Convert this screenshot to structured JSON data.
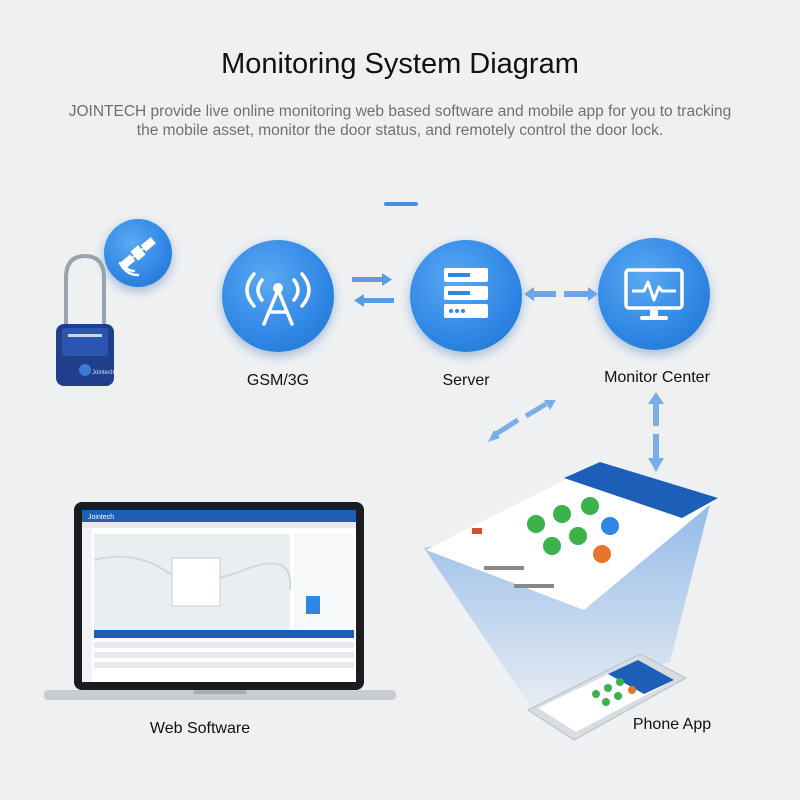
{
  "header": {
    "title": "Monitoring System Diagram",
    "subtitle": "JOINTECH provide live online monitoring web based software and mobile app for you to tracking the mobile asset,  monitor the door status, and remotely control the door lock."
  },
  "nodes": {
    "gsm": {
      "label": "GSM/3G",
      "icon": "cell-tower-icon"
    },
    "server": {
      "label": "Server",
      "icon": "server-icon"
    },
    "monitor": {
      "label": "Monitor Center",
      "icon": "monitor-pulse-icon"
    },
    "web": {
      "label": "Web Software"
    },
    "phone": {
      "label": "Phone App"
    }
  },
  "device": {
    "brand": "Jointech",
    "icon": "satellite-icon"
  },
  "laptop_screen": {
    "brand": "Jointech"
  },
  "colors": {
    "node_blue": "#2f86e4",
    "arrow_blue": "#4a90e2",
    "bg": "#eef0f2"
  }
}
